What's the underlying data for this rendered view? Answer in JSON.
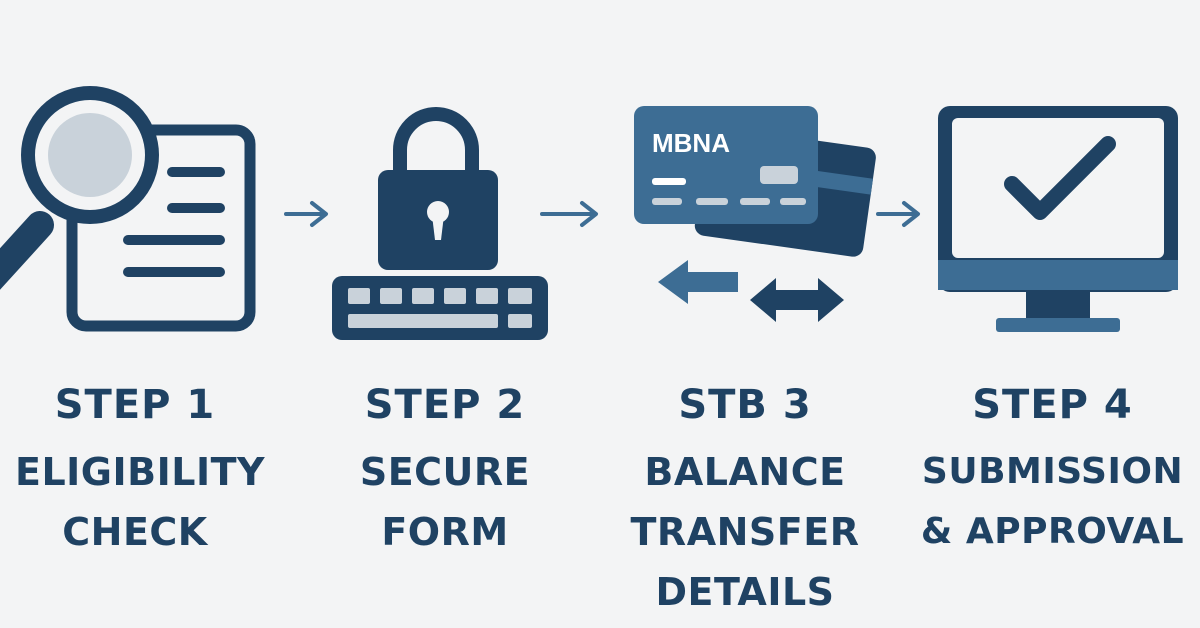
{
  "colors": {
    "dark": "#1f4263",
    "mid": "#3d6d94",
    "light": "#c9d2da",
    "background": "#f3f4f5"
  },
  "steps": [
    {
      "number": "STEP 1",
      "title_lines": [
        "ELIGIBILITY",
        "CHECK"
      ],
      "icon": "magnifier-document-icon"
    },
    {
      "number": "STEP 2",
      "title_lines": [
        "SECURE",
        "FORM"
      ],
      "icon": "padlock-keyboard-icon"
    },
    {
      "number": "STB 3",
      "title_lines": [
        "BALANCE",
        "TRANSFER",
        "DETAILS"
      ],
      "icon": "credit-card-transfer-icon"
    },
    {
      "number": "STEP 4",
      "title_lines": [
        "SUBMISSION",
        "& APPROVAL"
      ],
      "icon": "monitor-checkmark-icon"
    }
  ],
  "card_brand": "MBNA",
  "connector_icon": "arrow-right-icon"
}
